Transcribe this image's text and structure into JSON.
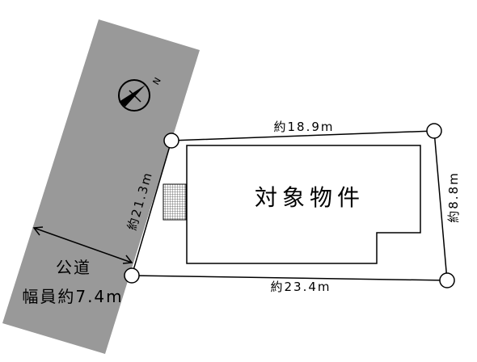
{
  "site_plan": {
    "building_label": "対象物件",
    "road": {
      "label_line1": "公道",
      "label_line2": "幅員約7.4m",
      "color": "#999999"
    },
    "dimensions": {
      "top": "約18.9m",
      "bottom": "約23.4m",
      "left": "約21.3m",
      "right": "約8.8m"
    },
    "compass": {
      "north_label": "N",
      "icon": "compass-north-icon"
    }
  }
}
